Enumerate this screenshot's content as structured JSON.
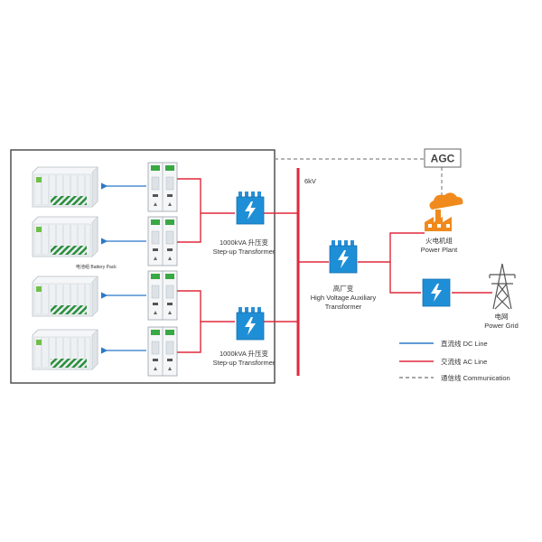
{
  "agc": {
    "label": "AGC"
  },
  "bus": {
    "voltage_label": "6kV"
  },
  "battery": {
    "label": "电池组 Battery Pack"
  },
  "transformer_top": {
    "line1": "1000kVA 升压变",
    "line2": "Step-up Transformer"
  },
  "transformer_bottom": {
    "line1": "1000kVA 升压变",
    "line2": "Step-up Transformer"
  },
  "aux_transformer": {
    "line1": "高厂变",
    "line2": "High Voltage Auxiliary",
    "line3": "Transformer"
  },
  "power_plant": {
    "line1": "火电机组",
    "line2": "Power Plant"
  },
  "power_grid": {
    "line1": "电网",
    "line2": "Power Grid"
  },
  "legend": {
    "items": [
      {
        "label": "直流线 DC Line",
        "color": "#2b78c8",
        "style": "solid"
      },
      {
        "label": "交流线 AC Line",
        "color": "#e0283c",
        "style": "solid"
      },
      {
        "label": "通信线 Communication",
        "color": "#888888",
        "style": "dashed"
      }
    ]
  },
  "colors": {
    "ac_line": "#e0283c",
    "dc_line": "#2b78c8",
    "comm_line": "#888888",
    "transformer_blue": "#1e8fd6",
    "pcs_green": "#3aa845",
    "plant_orange": "#f08a1c"
  }
}
